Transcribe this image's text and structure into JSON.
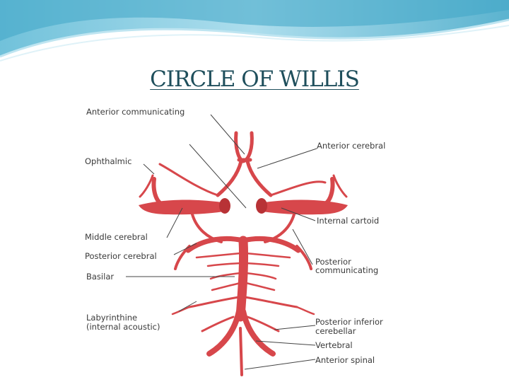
{
  "slide": {
    "title": "CIRCLE OF WILLIS"
  },
  "colors": {
    "artery": "#d7474b",
    "title": "#1f4f5c",
    "wave_dark": "#3fa6c7",
    "wave_light": "#bfe5f1"
  },
  "diagram": {
    "labels": {
      "anterior_communicating": "Anterior communicating",
      "ophthalmic": "Ophthalmic",
      "middle_cerebral": "Middle cerebral",
      "posterior_cerebral": "Posterior cerebral",
      "basilar": "Basilar",
      "labyrinthine_line1": "Labyrinthine",
      "labyrinthine_line2": "(internal acoustic)",
      "anterior_cerebral": "Anterior cerebral",
      "internal_carotid": "Internal cartoid",
      "posterior_communicating_line1": "Posterior",
      "posterior_communicating_line2": "communicating",
      "posterior_inferior_cerebellar_line1": "Posterior inferior",
      "posterior_inferior_cerebellar_line2": "cerebellar",
      "vertebral": "Vertebral",
      "anterior_spinal": "Anterior spinal"
    }
  }
}
